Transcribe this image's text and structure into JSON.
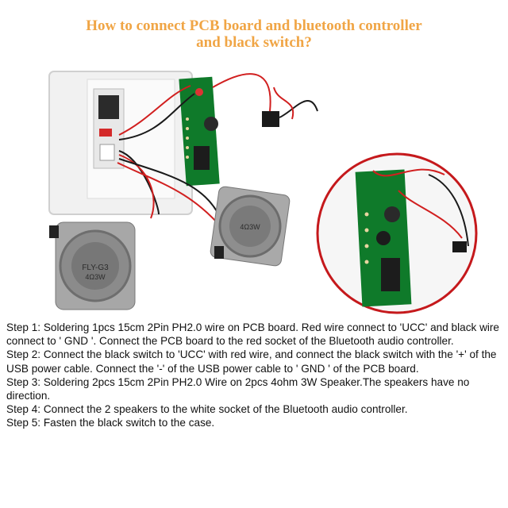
{
  "title": {
    "line1": "How to connect PCB board and bluetooth controller",
    "line2": "and black switch?"
  },
  "photo": {
    "icons": [
      "bluetooth-controller-case",
      "pcb-board",
      "speaker",
      "black-switch",
      "zoom-circle"
    ],
    "colors": {
      "pcb": "#0f7a2a",
      "wire_red": "#d11f1f",
      "wire_black": "#1a1a1a",
      "zoom_ring": "#c5191c"
    },
    "left_speaker_label": "FLY-G3",
    "left_speaker_sub": "4Ω3W",
    "right_speaker_label": "4Ω3W"
  },
  "steps": [
    "Step 1: Soldering 1pcs 15cm 2Pin PH2.0 wire on PCB board. Red wire connect to 'UCC' and black wire connect to ' GND '. Connect the PCB board to the red socket of the Bluetooth audio controller.",
    "Step 2: Connect the black switch to 'UCC' with red wire, and connect the black switch with the '+' of the USB power cable. Connect the '-' of the USB power cable to ' GND ' of the PCB board.",
    "Step 3: Soldering 2pcs 15cm 2Pin PH2.0 Wire on 2pcs 4ohm 3W Speaker.The speakers have no direction.",
    "Step 4: Connect the 2 speakers to the white socket of the Bluetooth audio controller.",
    "Step 5: Fasten the black switch to the case."
  ]
}
